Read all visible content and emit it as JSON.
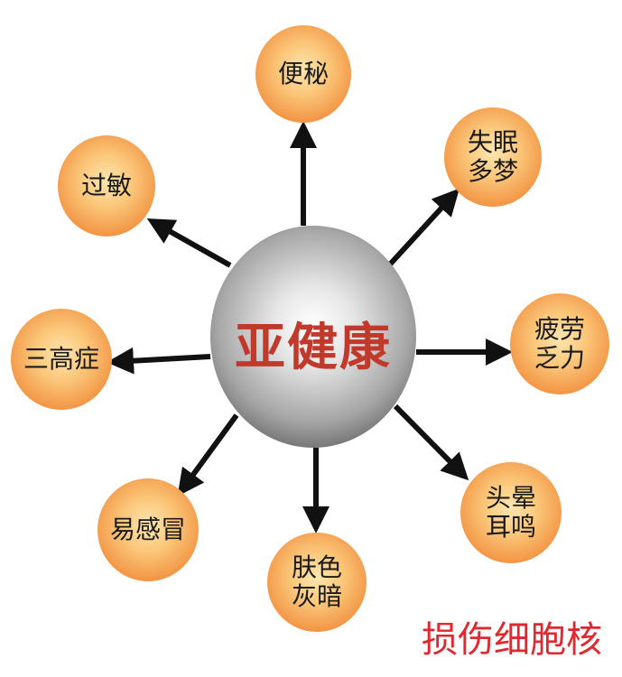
{
  "center": {
    "label": "亚健康"
  },
  "nodes": [
    {
      "id": "constipation",
      "lines": [
        "便秘"
      ]
    },
    {
      "id": "insomnia",
      "lines": [
        "失眠",
        "多梦"
      ]
    },
    {
      "id": "fatigue",
      "lines": [
        "疲劳",
        "乏力"
      ]
    },
    {
      "id": "dizziness",
      "lines": [
        "头晕",
        "耳鸣"
      ]
    },
    {
      "id": "skin",
      "lines": [
        "肤色",
        "灰暗"
      ]
    },
    {
      "id": "cold",
      "lines": [
        "易感冒"
      ]
    },
    {
      "id": "three-highs",
      "lines": [
        "三高症"
      ]
    },
    {
      "id": "allergy",
      "lines": [
        "过敏"
      ]
    }
  ],
  "footnote": "损伤细胞核",
  "colors": {
    "center_text": "#c0392b",
    "footnote": "#e0282e",
    "arrow": "#111111"
  }
}
